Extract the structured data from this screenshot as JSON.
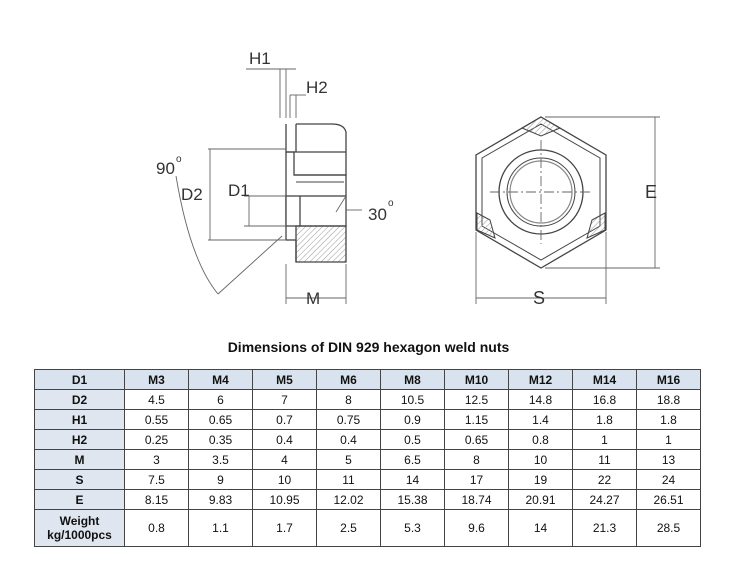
{
  "drawing": {
    "labels": {
      "h1": "H1",
      "h2": "H2",
      "angle90": "90",
      "d2": "D2",
      "d1": "D1",
      "angle30": "30",
      "deg": "o",
      "m": "M",
      "s": "S",
      "e": "E"
    }
  },
  "caption": "Dimensions of DIN 929 hexagon weld nuts",
  "table": {
    "header_label": "D1",
    "sizes": [
      "M3",
      "M4",
      "M5",
      "M6",
      "M8",
      "M10",
      "M12",
      "M14",
      "M16"
    ],
    "rows": [
      {
        "label": "D2",
        "values": [
          "4.5",
          "6",
          "7",
          "8",
          "10.5",
          "12.5",
          "14.8",
          "16.8",
          "18.8"
        ]
      },
      {
        "label": "H1",
        "values": [
          "0.55",
          "0.65",
          "0.7",
          "0.75",
          "0.9",
          "1.15",
          "1.4",
          "1.8",
          "1.8"
        ]
      },
      {
        "label": "H2",
        "values": [
          "0.25",
          "0.35",
          "0.4",
          "0.4",
          "0.5",
          "0.65",
          "0.8",
          "1",
          "1"
        ]
      },
      {
        "label": "M",
        "values": [
          "3",
          "3.5",
          "4",
          "5",
          "6.5",
          "8",
          "10",
          "11",
          "13"
        ]
      },
      {
        "label": "S",
        "values": [
          "7.5",
          "9",
          "10",
          "11",
          "14",
          "17",
          "19",
          "22",
          "24"
        ]
      },
      {
        "label": "E",
        "values": [
          "8.15",
          "9.83",
          "10.95",
          "12.02",
          "15.38",
          "18.74",
          "20.91",
          "24.27",
          "26.51"
        ]
      },
      {
        "label": "Weight\nkg/1000pcs",
        "label_line1": "Weight",
        "label_line2": "kg/1000pcs",
        "values": [
          "0.8",
          "1.1",
          "1.7",
          "2.5",
          "5.3",
          "9.6",
          "14",
          "21.3",
          "28.5"
        ]
      }
    ]
  }
}
